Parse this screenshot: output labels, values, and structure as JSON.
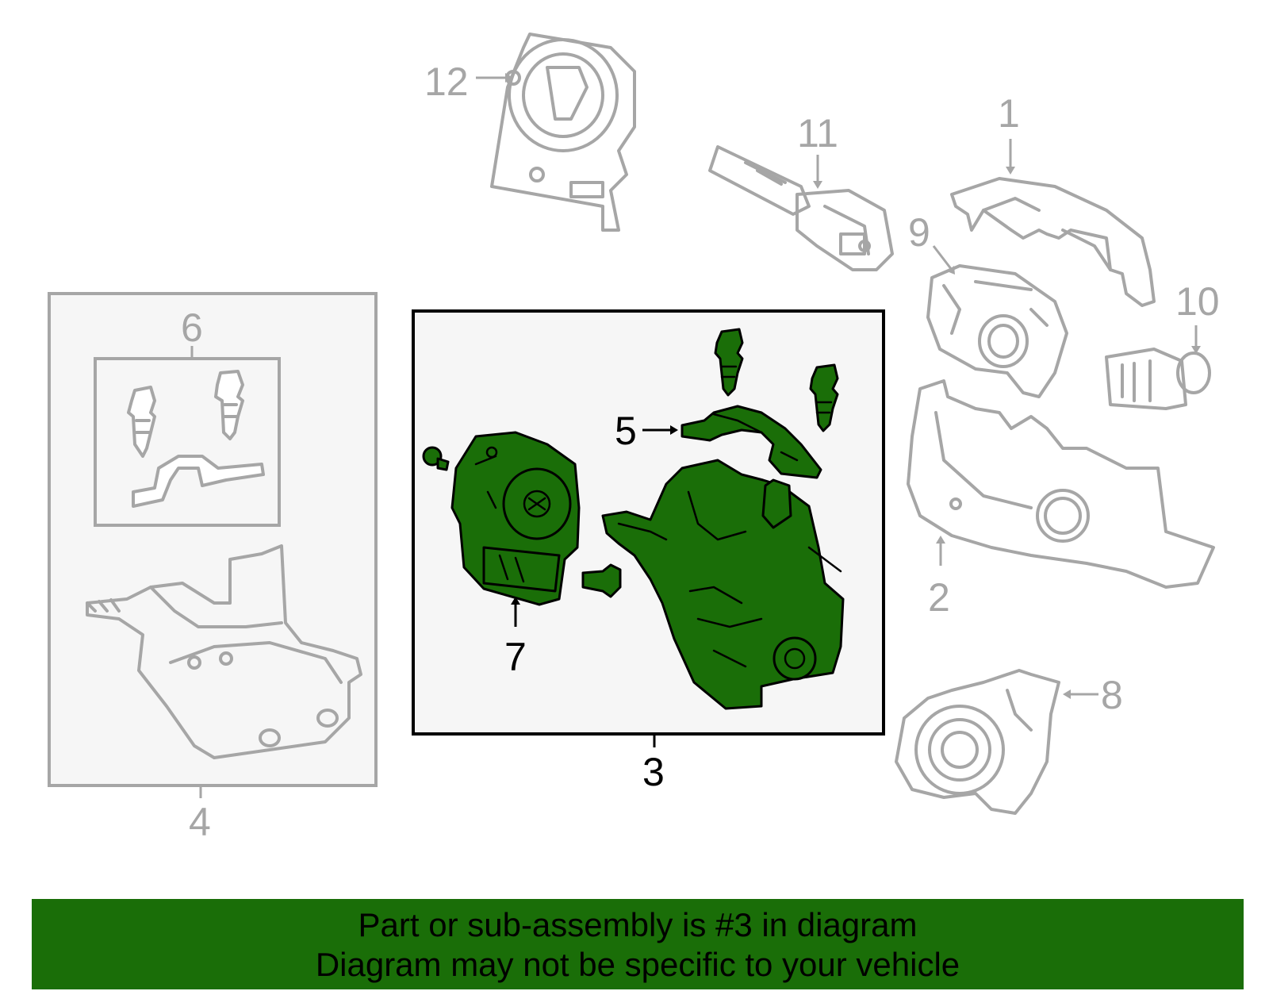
{
  "callouts": {
    "c1": "1",
    "c2": "2",
    "c3": "3",
    "c4": "4",
    "c5": "5",
    "c6": "6",
    "c7": "7",
    "c8": "8",
    "c9": "9",
    "c10": "10",
    "c11": "11",
    "c12": "12"
  },
  "banner": {
    "line1": "Part or sub-assembly is #3 in diagram",
    "line2": "Diagram may not be specific to your vehicle"
  },
  "colors": {
    "highlight_green": "#1a6e08",
    "inactive_gray": "#a6a6a6",
    "box_background": "#f6f6f6"
  }
}
